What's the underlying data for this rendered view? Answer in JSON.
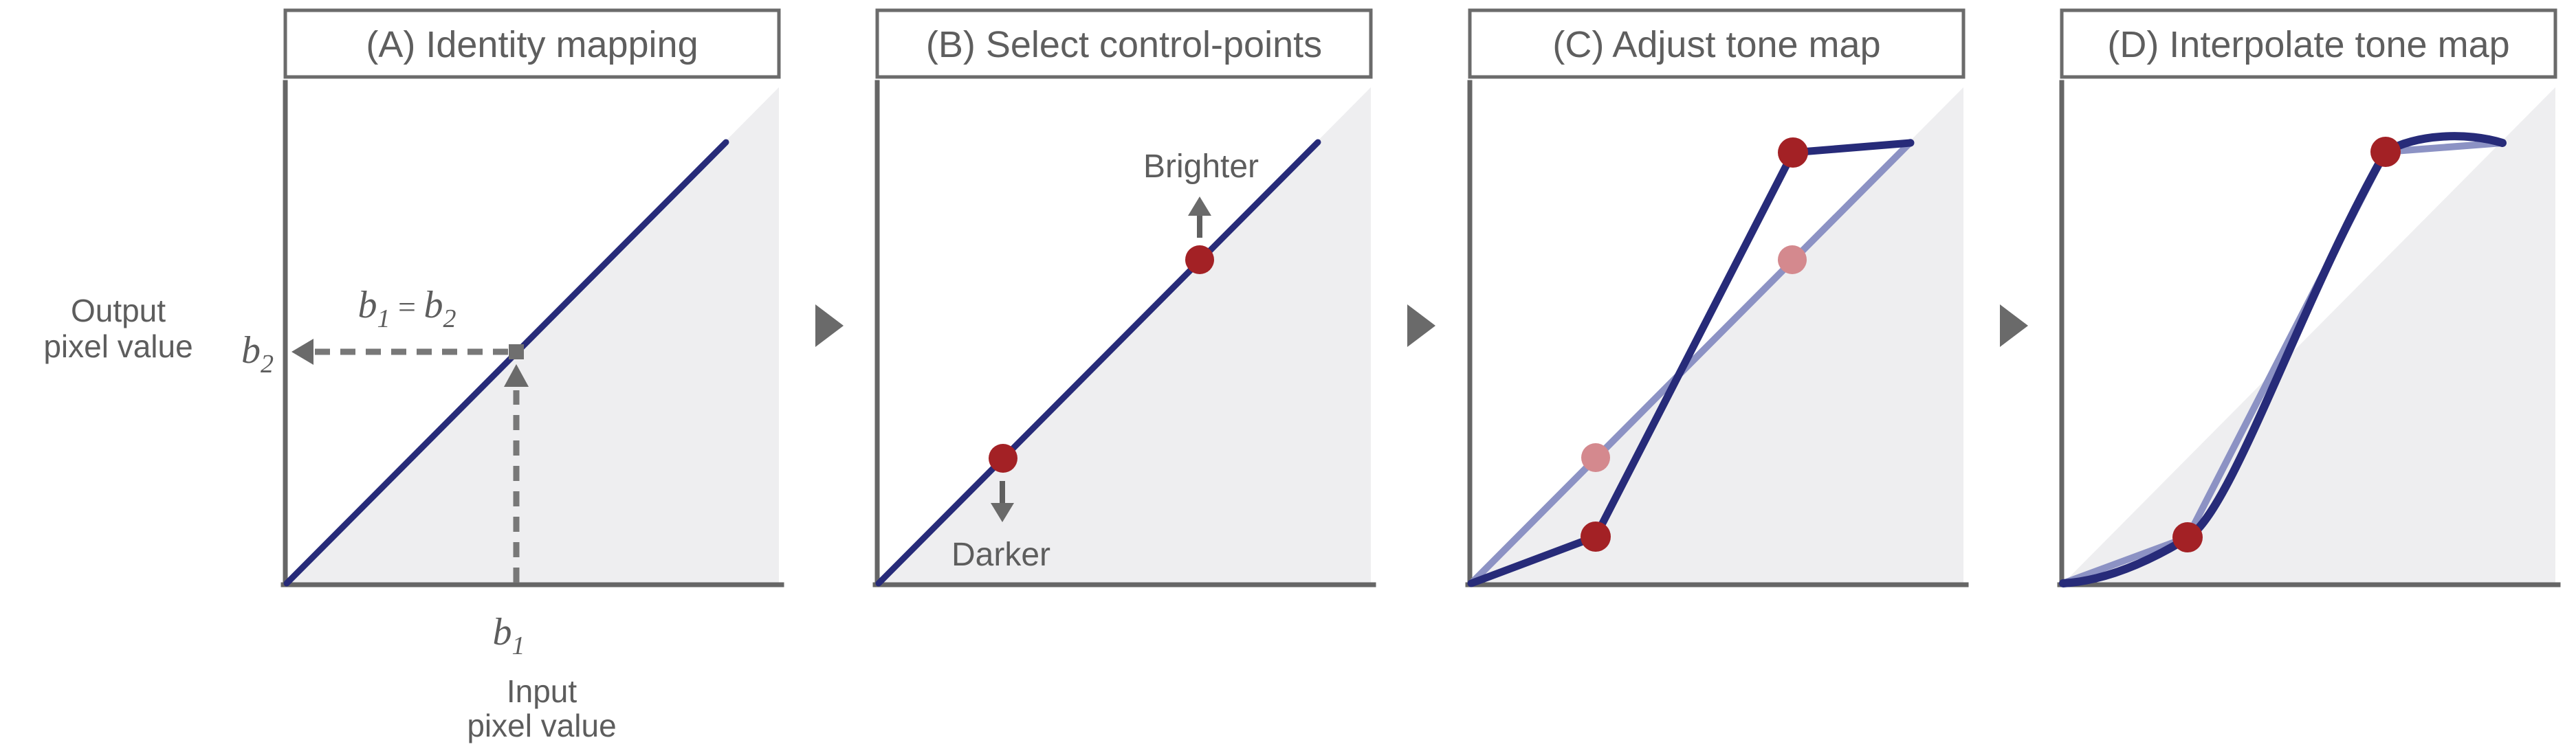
{
  "figure": {
    "description": "Four-step diagram of interactive tone-map editing: identity mapping, selecting control points, adjusting them, and interpolating the tone map",
    "colors": {
      "background": "#ffffff",
      "identity_line_navy": "#272b79",
      "previous_line_lavender": "#8c92c4",
      "control_point_red": "#a32125",
      "previous_point_pink": "#d4898e",
      "axis_gray": "#666666",
      "text_gray": "#5d5d5d",
      "arrow_gray": "#6a6a6a",
      "shading_gray": "#eeeef0",
      "title_border_gray": "#6b6b6b"
    }
  },
  "panels": [
    {
      "key": "a",
      "title": "(A) Identity mapping"
    },
    {
      "key": "b",
      "title": "(B) Select control-points"
    },
    {
      "key": "c",
      "title": "(C) Adjust tone map"
    },
    {
      "key": "d",
      "title": "(D) Interpolate tone map"
    }
  ],
  "labels": {
    "y_axis_line1": "Output",
    "y_axis_line2": "pixel value",
    "x_axis_line1": "Input",
    "x_axis_line2": "pixel value",
    "brighter": "Brighter",
    "darker": "Darker",
    "var_b": "b",
    "sub_1": "1",
    "sub_2": "2",
    "equals": " = "
  },
  "control_points": {
    "panel_b_selected_on_identity": [
      {
        "input": 0.26,
        "output": 0.26
      },
      {
        "input": 0.66,
        "output": 0.66
      }
    ],
    "panel_c_moved": [
      {
        "input": 0.26,
        "output": 0.1,
        "direction": "darker"
      },
      {
        "input": 0.66,
        "output": 0.87,
        "direction": "brighter"
      }
    ],
    "panel_c_previous_positions": [
      {
        "input": 0.26,
        "output": 0.26
      },
      {
        "input": 0.66,
        "output": 0.66
      }
    ],
    "panel_d_interpolated_through": [
      {
        "input": 0.26,
        "output": 0.1
      },
      {
        "input": 0.66,
        "output": 0.87
      }
    ]
  }
}
